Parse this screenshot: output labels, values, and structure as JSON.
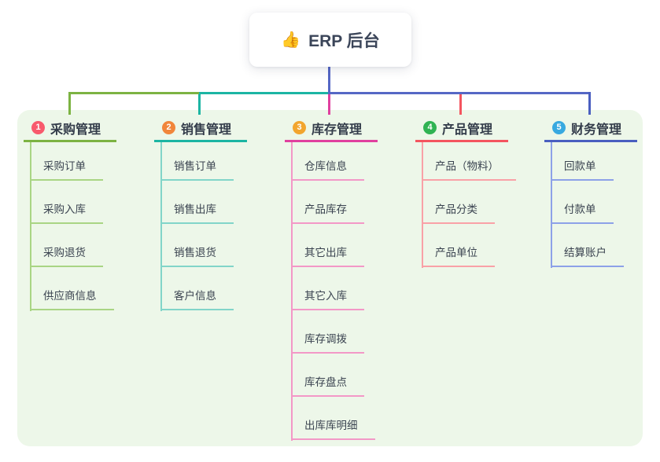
{
  "root": {
    "icon": "👍",
    "label": "ERP 后台"
  },
  "colors": {
    "connector": "#5567c5",
    "panel": "#edf7e9"
  },
  "branches": [
    {
      "badge": "1",
      "label": "采购管理",
      "color": "#7cb342",
      "light_color": "#a9d584",
      "badge_color": "#f85a6d",
      "items": [
        "采购订单",
        "采购入库",
        "采购退货",
        "供应商信息"
      ]
    },
    {
      "badge": "2",
      "label": "销售管理",
      "color": "#1cb5a3",
      "light_color": "#82d5c9",
      "badge_color": "#f1863b",
      "items": [
        "销售订单",
        "销售出库",
        "销售退货",
        "客户信息"
      ]
    },
    {
      "badge": "3",
      "label": "库存管理",
      "color": "#e0409f",
      "light_color": "#f398c7",
      "badge_color": "#f2a52e",
      "items": [
        "仓库信息",
        "产品库存",
        "其它出库",
        "其它入库",
        "库存调拨",
        "库存盘点",
        "出库库明细"
      ]
    },
    {
      "badge": "4",
      "label": "产品管理",
      "color": "#f4555f",
      "light_color": "#f9a1a7",
      "badge_color": "#30b353",
      "items": [
        "产品（物料）",
        "产品分类",
        "产品单位"
      ]
    },
    {
      "badge": "5",
      "label": "财务管理",
      "color": "#4a5fc0",
      "light_color": "#8da1e8",
      "badge_color": "#38a9e0",
      "items": [
        "回款单",
        "付款单",
        "结算账户"
      ]
    }
  ]
}
